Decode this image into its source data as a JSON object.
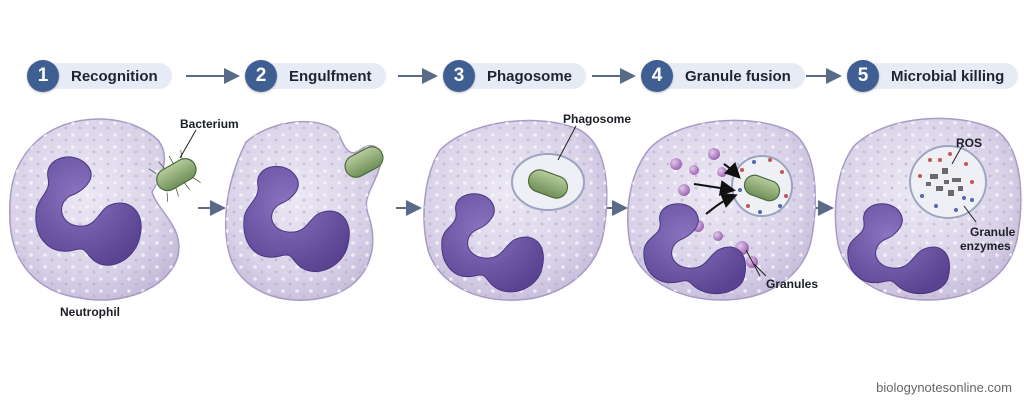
{
  "steps": [
    {
      "number": "1",
      "label": "Recognition"
    },
    {
      "number": "2",
      "label": "Engulfment"
    },
    {
      "number": "3",
      "label": "Phagosome"
    },
    {
      "number": "4",
      "label": "Granule fusion"
    },
    {
      "number": "5",
      "label": "Microbial killing"
    }
  ],
  "labels": {
    "bacterium": "Bacterium",
    "neutrophil": "Neutrophil",
    "phagosome": "Phagosome",
    "granules": "Granules",
    "ros": "ROS",
    "granule_enzymes_line1": "Granule",
    "granule_enzymes_line2": "enzymes"
  },
  "footer": "biologynotesonline.com",
  "colors": {
    "step_badge": "#3f5f92",
    "step_pill": "#e6ebf5",
    "cell_fill": "#dcd6ea",
    "nucleus": "#6e56a8",
    "bacterium": "#8fae74",
    "granule": "#b686c8",
    "arrow": "#5a6b8a"
  }
}
